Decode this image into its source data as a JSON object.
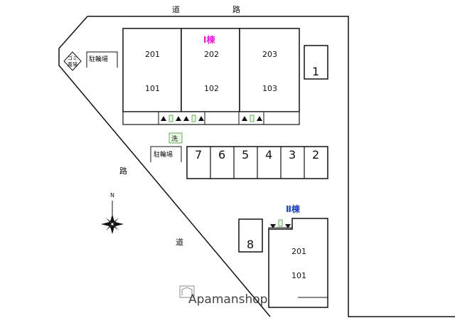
{
  "roads": {
    "top_left": "道",
    "top_right": "路",
    "left_upper": "路",
    "left_lower": "道"
  },
  "building_1": {
    "label": "Ⅰ棟",
    "label_color": "#e21ad6",
    "units": [
      "201",
      "202",
      "203",
      "101",
      "102",
      "103"
    ]
  },
  "building_2": {
    "label": "Ⅱ棟",
    "label_color": "#1a3fbf",
    "units": [
      "201",
      "101"
    ]
  },
  "parking_slots": [
    "7",
    "6",
    "5",
    "4",
    "3",
    "2"
  ],
  "parking_slot_1": "1",
  "parking_slot_8": "8",
  "bicycle_parking_1": "駐輪場",
  "bicycle_parking_2": "駐輪場",
  "garbage_area": {
    "line1": "ゴミ",
    "line2": "置場"
  },
  "washing_area": "洗",
  "compass_label": "N",
  "watermark": "Apamanshop",
  "icons": [
    "entrance-triangle-icon",
    "door-icon",
    "compass-rose-icon"
  ]
}
